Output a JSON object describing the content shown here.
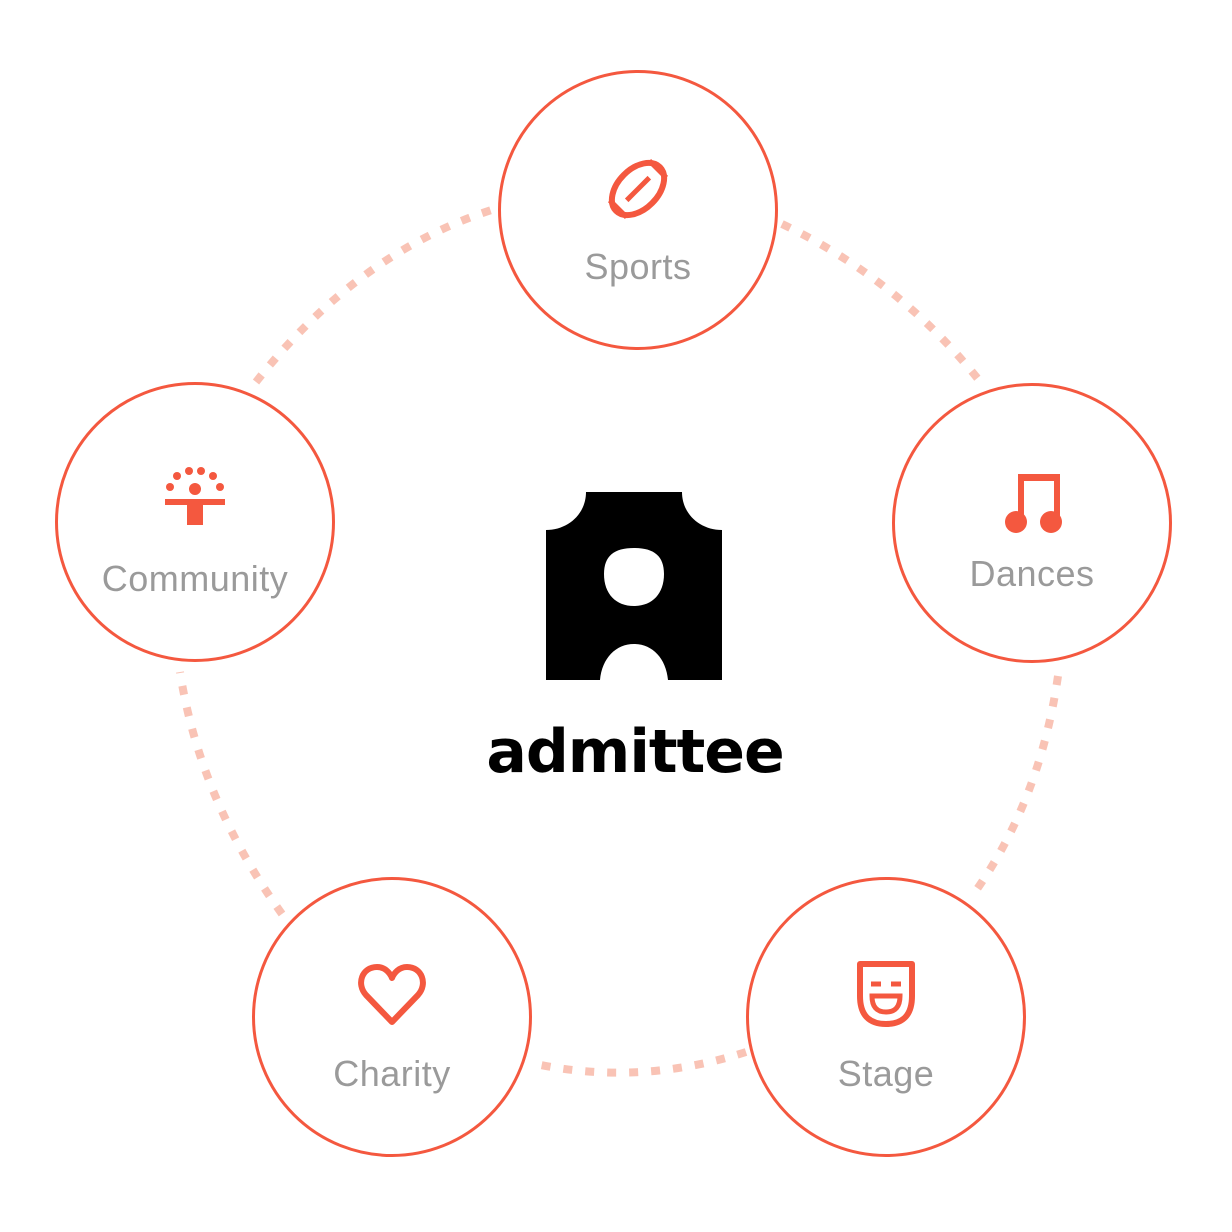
{
  "brand": {
    "name": "admittee",
    "logo_icon": "ticket-stub-logo-icon",
    "text_color": "#000000"
  },
  "colors": {
    "accent": "#f4583f",
    "connector": "#f9c3b5",
    "label": "#9a9a9a"
  },
  "categories": [
    {
      "label": "Sports",
      "icon": "football-icon"
    },
    {
      "label": "Dances",
      "icon": "music-note-icon"
    },
    {
      "label": "Stage",
      "icon": "theater-mask-icon"
    },
    {
      "label": "Charity",
      "icon": "heart-icon"
    },
    {
      "label": "Community",
      "icon": "people-community-icon"
    }
  ]
}
